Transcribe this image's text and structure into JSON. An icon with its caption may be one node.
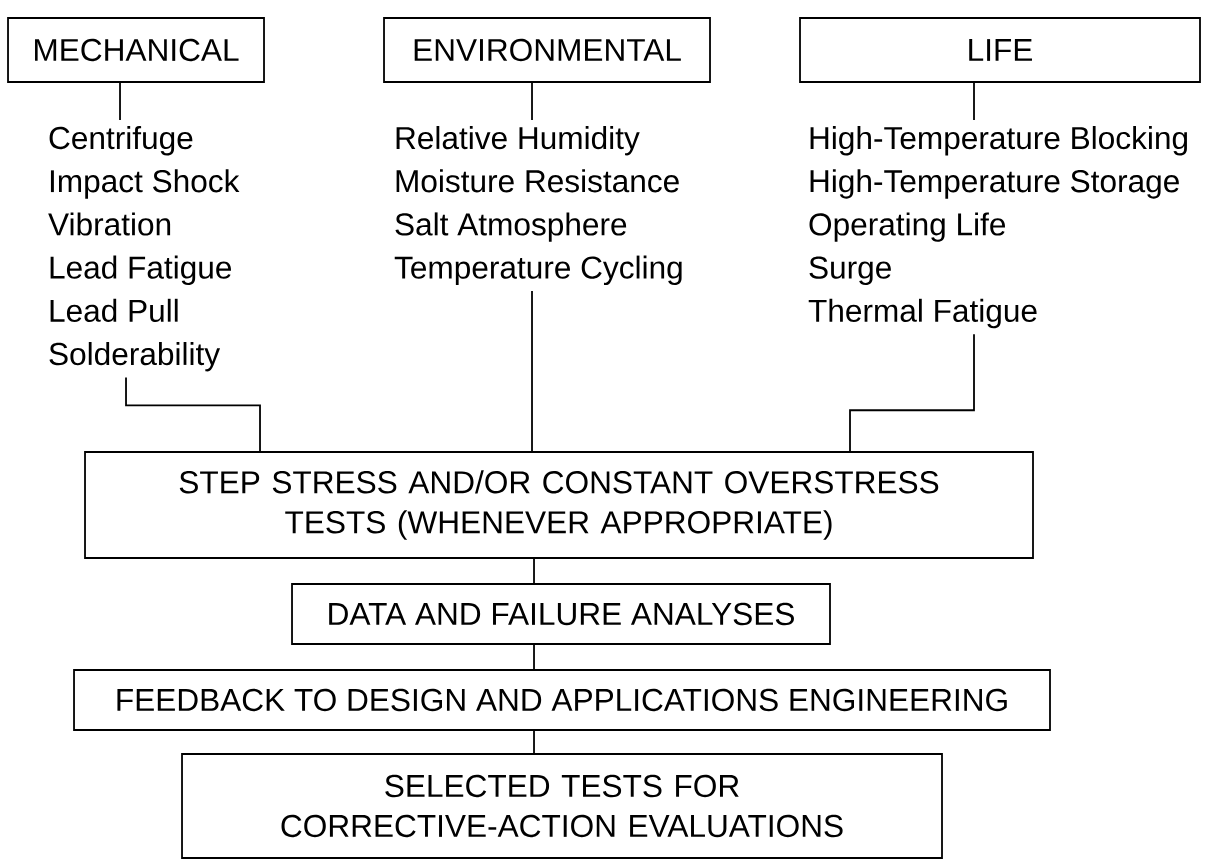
{
  "diagram": {
    "nodes": [
      {
        "text": [
          "MECHANICAL"
        ]
      },
      {
        "text": [
          "ENVIRONMENTAL"
        ]
      },
      {
        "text": [
          "LIFE"
        ]
      },
      {
        "text": [
          "Centrifuge",
          "Impact Shock",
          "Vibration",
          "Lead Fatigue",
          "Lead Pull",
          "Solderability"
        ]
      },
      {
        "text": [
          "Relative Humidity",
          "Moisture Resistance",
          "Salt Atmosphere",
          "Temperature Cycling"
        ]
      },
      {
        "text": [
          "High-Temperature Blocking",
          "High-Temperature Storage",
          "Operating Life",
          "Surge",
          "Thermal Fatigue"
        ]
      },
      {
        "text": [
          "STEP STRESS AND/OR CONSTANT OVERSTRESS TESTS (WHENEVER APPROPRIATE)"
        ]
      },
      {
        "text": [
          "DATA AND FAILURE ANALYSES"
        ]
      },
      {
        "text": [
          "FEEDBACK TO DESIGN AND APPLICATIONS ENGINEERING"
        ]
      },
      {
        "text": [
          "SELECTED TESTS FOR CORRECTIVE-ACTION EVALUATIONS"
        ]
      }
    ],
    "edges": [
      {
        "from": 0,
        "to": 3,
        "arrow": "none"
      },
      {
        "from": 1,
        "to": 4,
        "arrow": "none"
      },
      {
        "from": 2,
        "to": 5,
        "arrow": "none"
      },
      {
        "from": 3,
        "to": 6,
        "arrow": "none"
      },
      {
        "from": 4,
        "to": 6,
        "arrow": "none"
      },
      {
        "from": 5,
        "to": 6,
        "arrow": "none"
      },
      {
        "from": 6,
        "to": 7,
        "arrow": "none"
      },
      {
        "from": 7,
        "to": 8,
        "arrow": "none"
      },
      {
        "from": 8,
        "to": 9,
        "arrow": "none"
      }
    ]
  }
}
